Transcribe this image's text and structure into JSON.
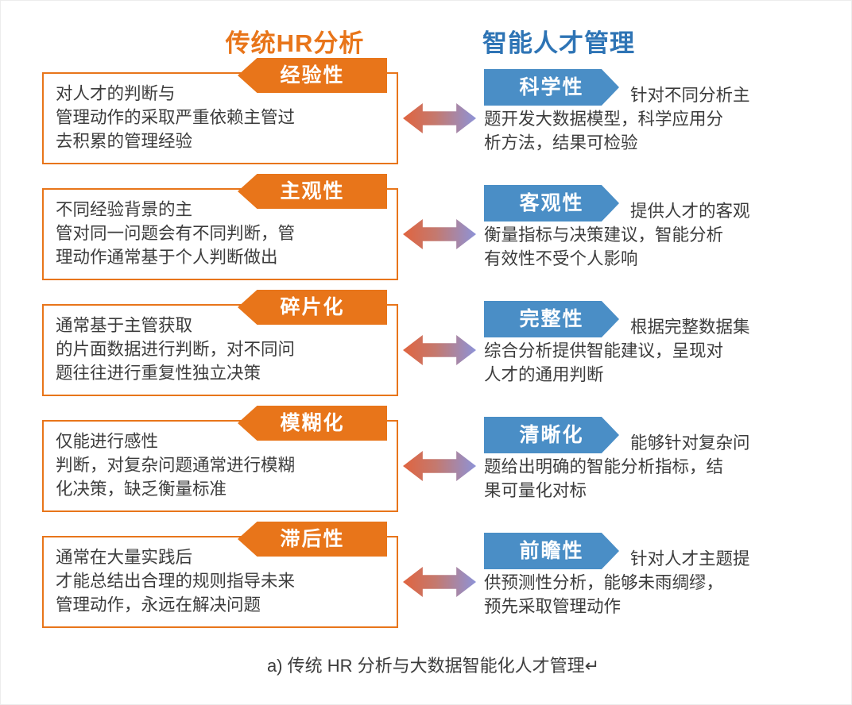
{
  "titles": {
    "left": "传统HR分析",
    "right": "智能人才管理"
  },
  "rows": [
    {
      "left_label": "经验性",
      "left_text": "对人才的判断与\n管理动作的采取严重依赖主管过\n去积累的管理经验",
      "right_label": "科学性",
      "right_text": "针对不同分析主\n题开发大数据模型，科学应用分\n析方法，结果可检验"
    },
    {
      "left_label": "主观性",
      "left_text": "不同经验背景的主\n管对同一问题会有不同判断，管\n理动作通常基于个人判断做出",
      "right_label": "客观性",
      "right_text": "提供人才的客观\n衡量指标与决策建议，智能分析\n有效性不受个人影响"
    },
    {
      "left_label": "碎片化",
      "left_text": "通常基于主管获取\n的片面数据进行判断，对不同问\n题往往进行重复性独立决策",
      "right_label": "完整性",
      "right_text": "根据完整数据集\n综合分析提供智能建议，呈现对\n人才的通用判断"
    },
    {
      "left_label": "模糊化",
      "left_text": "仅能进行感性\n判断，对复杂问题通常进行模糊\n化决策，缺乏衡量标准",
      "right_label": "清晰化",
      "right_text": "能够针对复杂问\n题给出明确的智能分析指标，结\n果可量化对标"
    },
    {
      "left_label": "滞后性",
      "left_text": "通常在大量实践后\n才能总结出合理的规则指导未来\n管理动作，永远在解决问题",
      "right_label": "前瞻性",
      "right_text": "针对人才主题提\n供预测性分析，能够未雨绸缪，\n预先采取管理动作"
    }
  ],
  "caption": "a) 传统 HR 分析与大数据智能化人才管理↵",
  "icons": {
    "compare_arrow": "double-headed-horizontal-arrow"
  },
  "colors": {
    "orange": "#E8751A",
    "title_blue": "#2E74B5",
    "badge_blue": "#4A8EC6",
    "arrow_gradient_start": "#E0643F",
    "arrow_gradient_end": "#8D93D8",
    "text": "#3C3C3C"
  }
}
